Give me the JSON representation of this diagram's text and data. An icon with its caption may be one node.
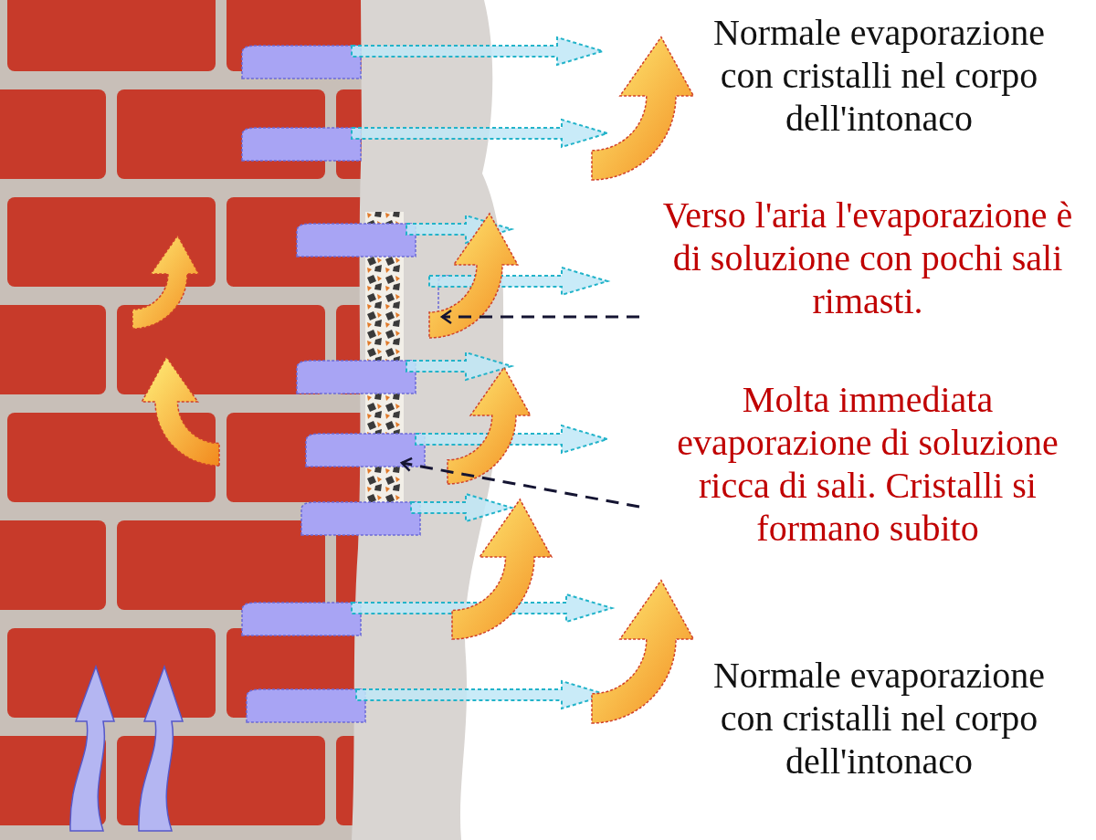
{
  "diagram": {
    "nodes": [
      {
        "text": [
          "Normale evaporazione con cristalli nel corpo dell'intonaco"
        ]
      },
      {
        "text": [
          "Verso l'aria l'evaporazione è di soluzione con pochi sali rimasti."
        ]
      },
      {
        "text": [
          "Molta immediata evaporazione di soluzione ricca di sali. Cristalli si formano subito"
        ]
      },
      {
        "text": [
          "Normale evaporazione con cristalli nel corpo dell'intonaco"
        ]
      }
    ],
    "edges": [
      {
        "from": 1,
        "to": null,
        "arrow": "to",
        "style": "dashed"
      },
      {
        "from": 2,
        "to": null,
        "arrow": "to",
        "style": "dashed"
      }
    ]
  }
}
